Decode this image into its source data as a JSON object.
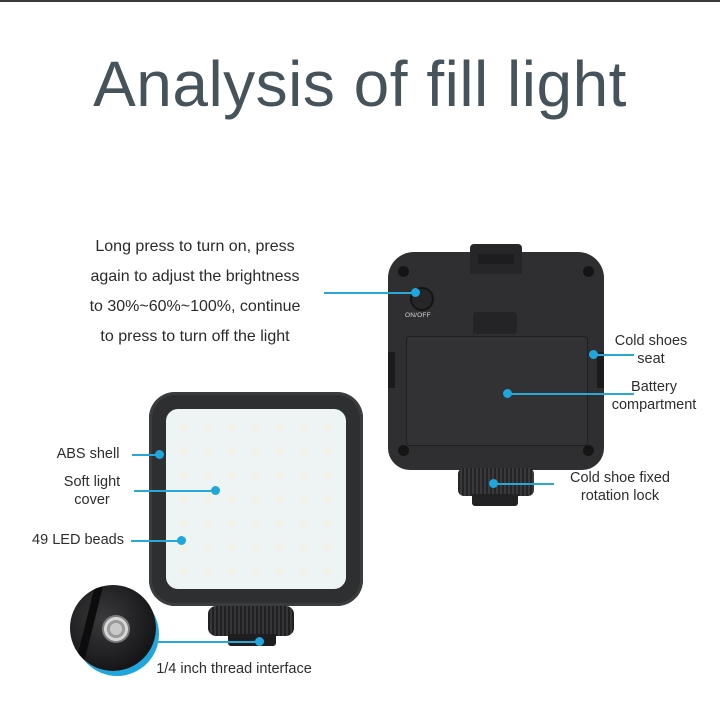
{
  "title": "Analysis of fill light",
  "intro": {
    "lines": [
      "Long press to turn on, press",
      "again to adjust the brightness",
      "to 30%~60%~100%, continue",
      "to press to turn off the light"
    ]
  },
  "back_view": {
    "button_label": "ON/OFF",
    "callouts": {
      "cold_shoes_seat": [
        "Cold shoes",
        "seat"
      ],
      "battery_compartment": [
        "Battery",
        "compartment"
      ],
      "rotation_lock": [
        "Cold shoe fixed",
        "rotation lock"
      ]
    }
  },
  "front_view": {
    "led_count": 49,
    "callouts": {
      "abs_shell": "ABS shell",
      "soft_light_cover": [
        "Soft light",
        "cover"
      ],
      "led_beads": "49 LED beads",
      "thread_interface": "1/4 inch thread interface"
    }
  },
  "colors": {
    "title": "#46535a",
    "accent": "#1ea6dd",
    "body": "#2f2f31"
  }
}
